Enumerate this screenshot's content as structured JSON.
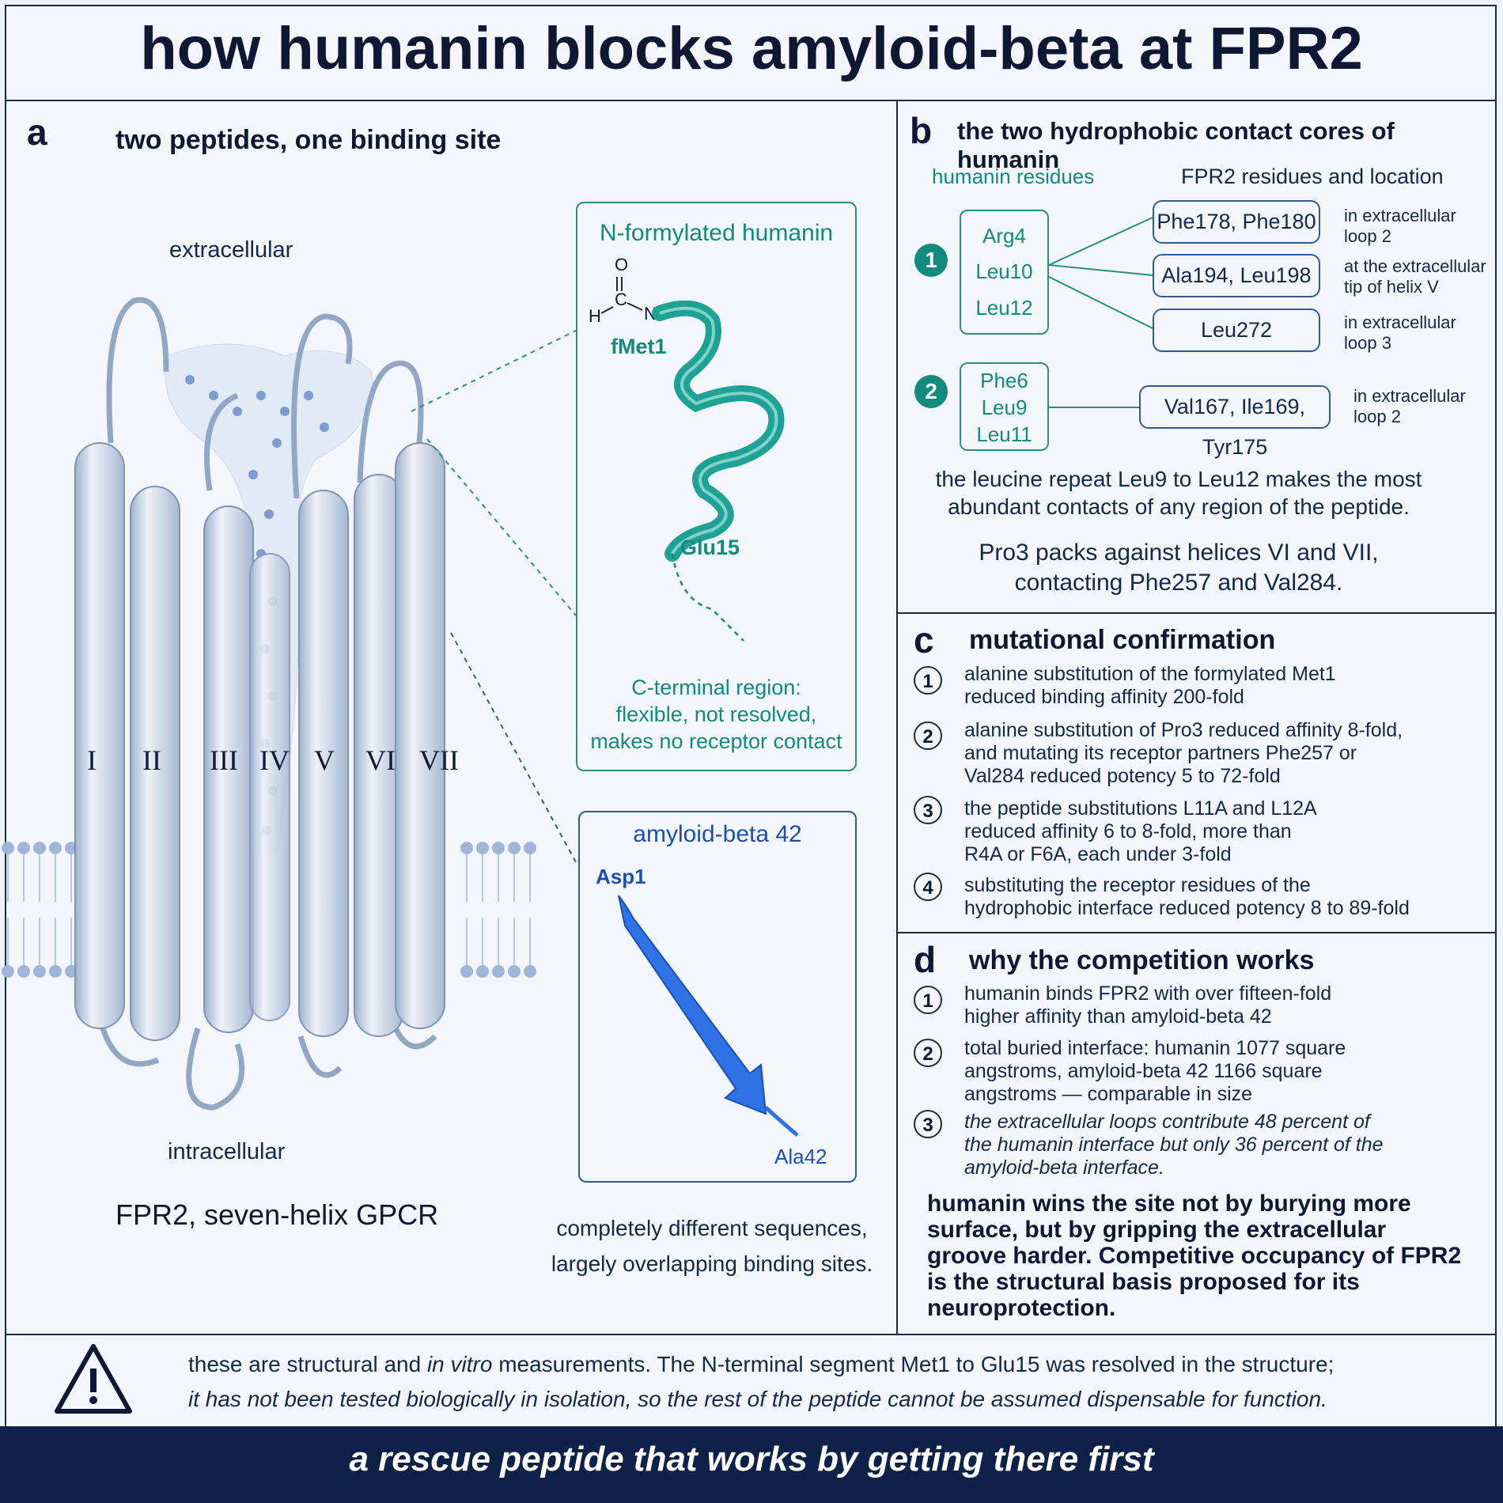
{
  "title": "how humanin blocks amyloid-beta at FPR2",
  "panel_a": {
    "letter": "a",
    "title": "two peptides, one binding site",
    "extracellular": "extracellular",
    "intracellular": "intracellular",
    "receptor_label": "FPR2, seven-helix GPCR",
    "helices": [
      "I",
      "II",
      "III",
      "IV",
      "V",
      "VI",
      "VII"
    ],
    "humanin_box": {
      "title": "N-formylated humanin",
      "atom_o": "O",
      "atom_h": "H",
      "atom_c": "C",
      "atom_n": "N",
      "start": "fMet1",
      "end": "Glu15",
      "note": [
        "C-terminal region:",
        "flexible, not resolved,",
        "makes no receptor contact"
      ]
    },
    "abeta_box": {
      "title": "amyloid-beta 42",
      "start": "Asp1",
      "end": "Ala42"
    },
    "summary": [
      "completely different sequences,",
      "largely overlapping binding sites."
    ]
  },
  "panel_b": {
    "letter": "b",
    "title": "the two hydrophobic contact cores of humanin",
    "col_humanin": "humanin residues",
    "col_fpr2": "FPR2 residues and location",
    "core1": {
      "number": "1",
      "residues": [
        "Arg4",
        "Leu10",
        "Leu12"
      ],
      "partners": [
        {
          "residues": "Phe178, Phe180",
          "location": [
            "in extracellular",
            "loop 2"
          ]
        },
        {
          "residues": "Ala194, Leu198",
          "location": [
            "at the extracellular",
            "tip of helix V"
          ]
        },
        {
          "residues": "Leu272",
          "location": [
            "in extracellular",
            "loop 3"
          ]
        }
      ]
    },
    "core2": {
      "number": "2",
      "residues": [
        "Phe6",
        "Leu9",
        "Leu11"
      ],
      "partners": [
        {
          "residues": "Val167, Ile169, Tyr175",
          "location": [
            "in extracellular",
            "loop 2"
          ]
        }
      ]
    },
    "note1": [
      "the leucine repeat Leu9 to Leu12 makes the most",
      "abundant contacts of any region of the peptide."
    ],
    "note2": [
      "Pro3 packs against helices VI and VII,",
      "contacting Phe257 and Val284."
    ]
  },
  "panel_c": {
    "letter": "c",
    "title": "mutational confirmation",
    "items": [
      {
        "n": "1",
        "lines": [
          "alanine substitution of the formylated Met1",
          "reduced binding affinity 200-fold"
        ]
      },
      {
        "n": "2",
        "lines": [
          "alanine substitution of Pro3 reduced affinity 8-fold,",
          "and mutating its receptor partners Phe257 or",
          "Val284 reduced potency 5 to 72-fold"
        ]
      },
      {
        "n": "3",
        "lines": [
          "the peptide substitutions L11A and L12A",
          "reduced affinity 6 to 8-fold, more than",
          "R4A or F6A, each under 3-fold"
        ]
      },
      {
        "n": "4",
        "lines": [
          "substituting the receptor residues of the",
          "hydrophobic interface reduced potency 8 to 89-fold"
        ]
      }
    ]
  },
  "panel_d": {
    "letter": "d",
    "title": "why the competition works",
    "items": [
      {
        "n": "1",
        "lines": [
          "humanin binds FPR2 with over fifteen-fold",
          "higher affinity than amyloid-beta 42"
        ]
      },
      {
        "n": "2",
        "lines": [
          "total buried interface: humanin 1077 square",
          "angstroms, amyloid-beta 42 1166 square",
          "angstroms — comparable in size"
        ]
      },
      {
        "n": "3",
        "lines": [
          "the extracellular loops contribute 48 percent of",
          "the humanin interface but only 36 percent of the",
          "amyloid-beta interface."
        ]
      }
    ],
    "conclusion": [
      "humanin wins the site not by burying more",
      "surface, but by gripping the extracellular",
      "groove harder. Competitive occupancy of FPR2",
      "is the structural basis proposed for its",
      "neuroprotection."
    ]
  },
  "caveat": {
    "line1_a": "these are structural and ",
    "line1_em": "in vitro",
    "line1_b": "  measurements. The N-terminal segment Met1 to Glu15 was resolved in the structure;",
    "line2": "it has not been tested biologically in isolation, so the rest of the peptide cannot be assumed dispensable for function."
  },
  "footer": "a rescue peptide that works by getting there first",
  "colors": {
    "teal": "#138a7e",
    "navy": "#0f2149",
    "helix": "#c9d5e8",
    "abeta": "#2f6fe0"
  }
}
